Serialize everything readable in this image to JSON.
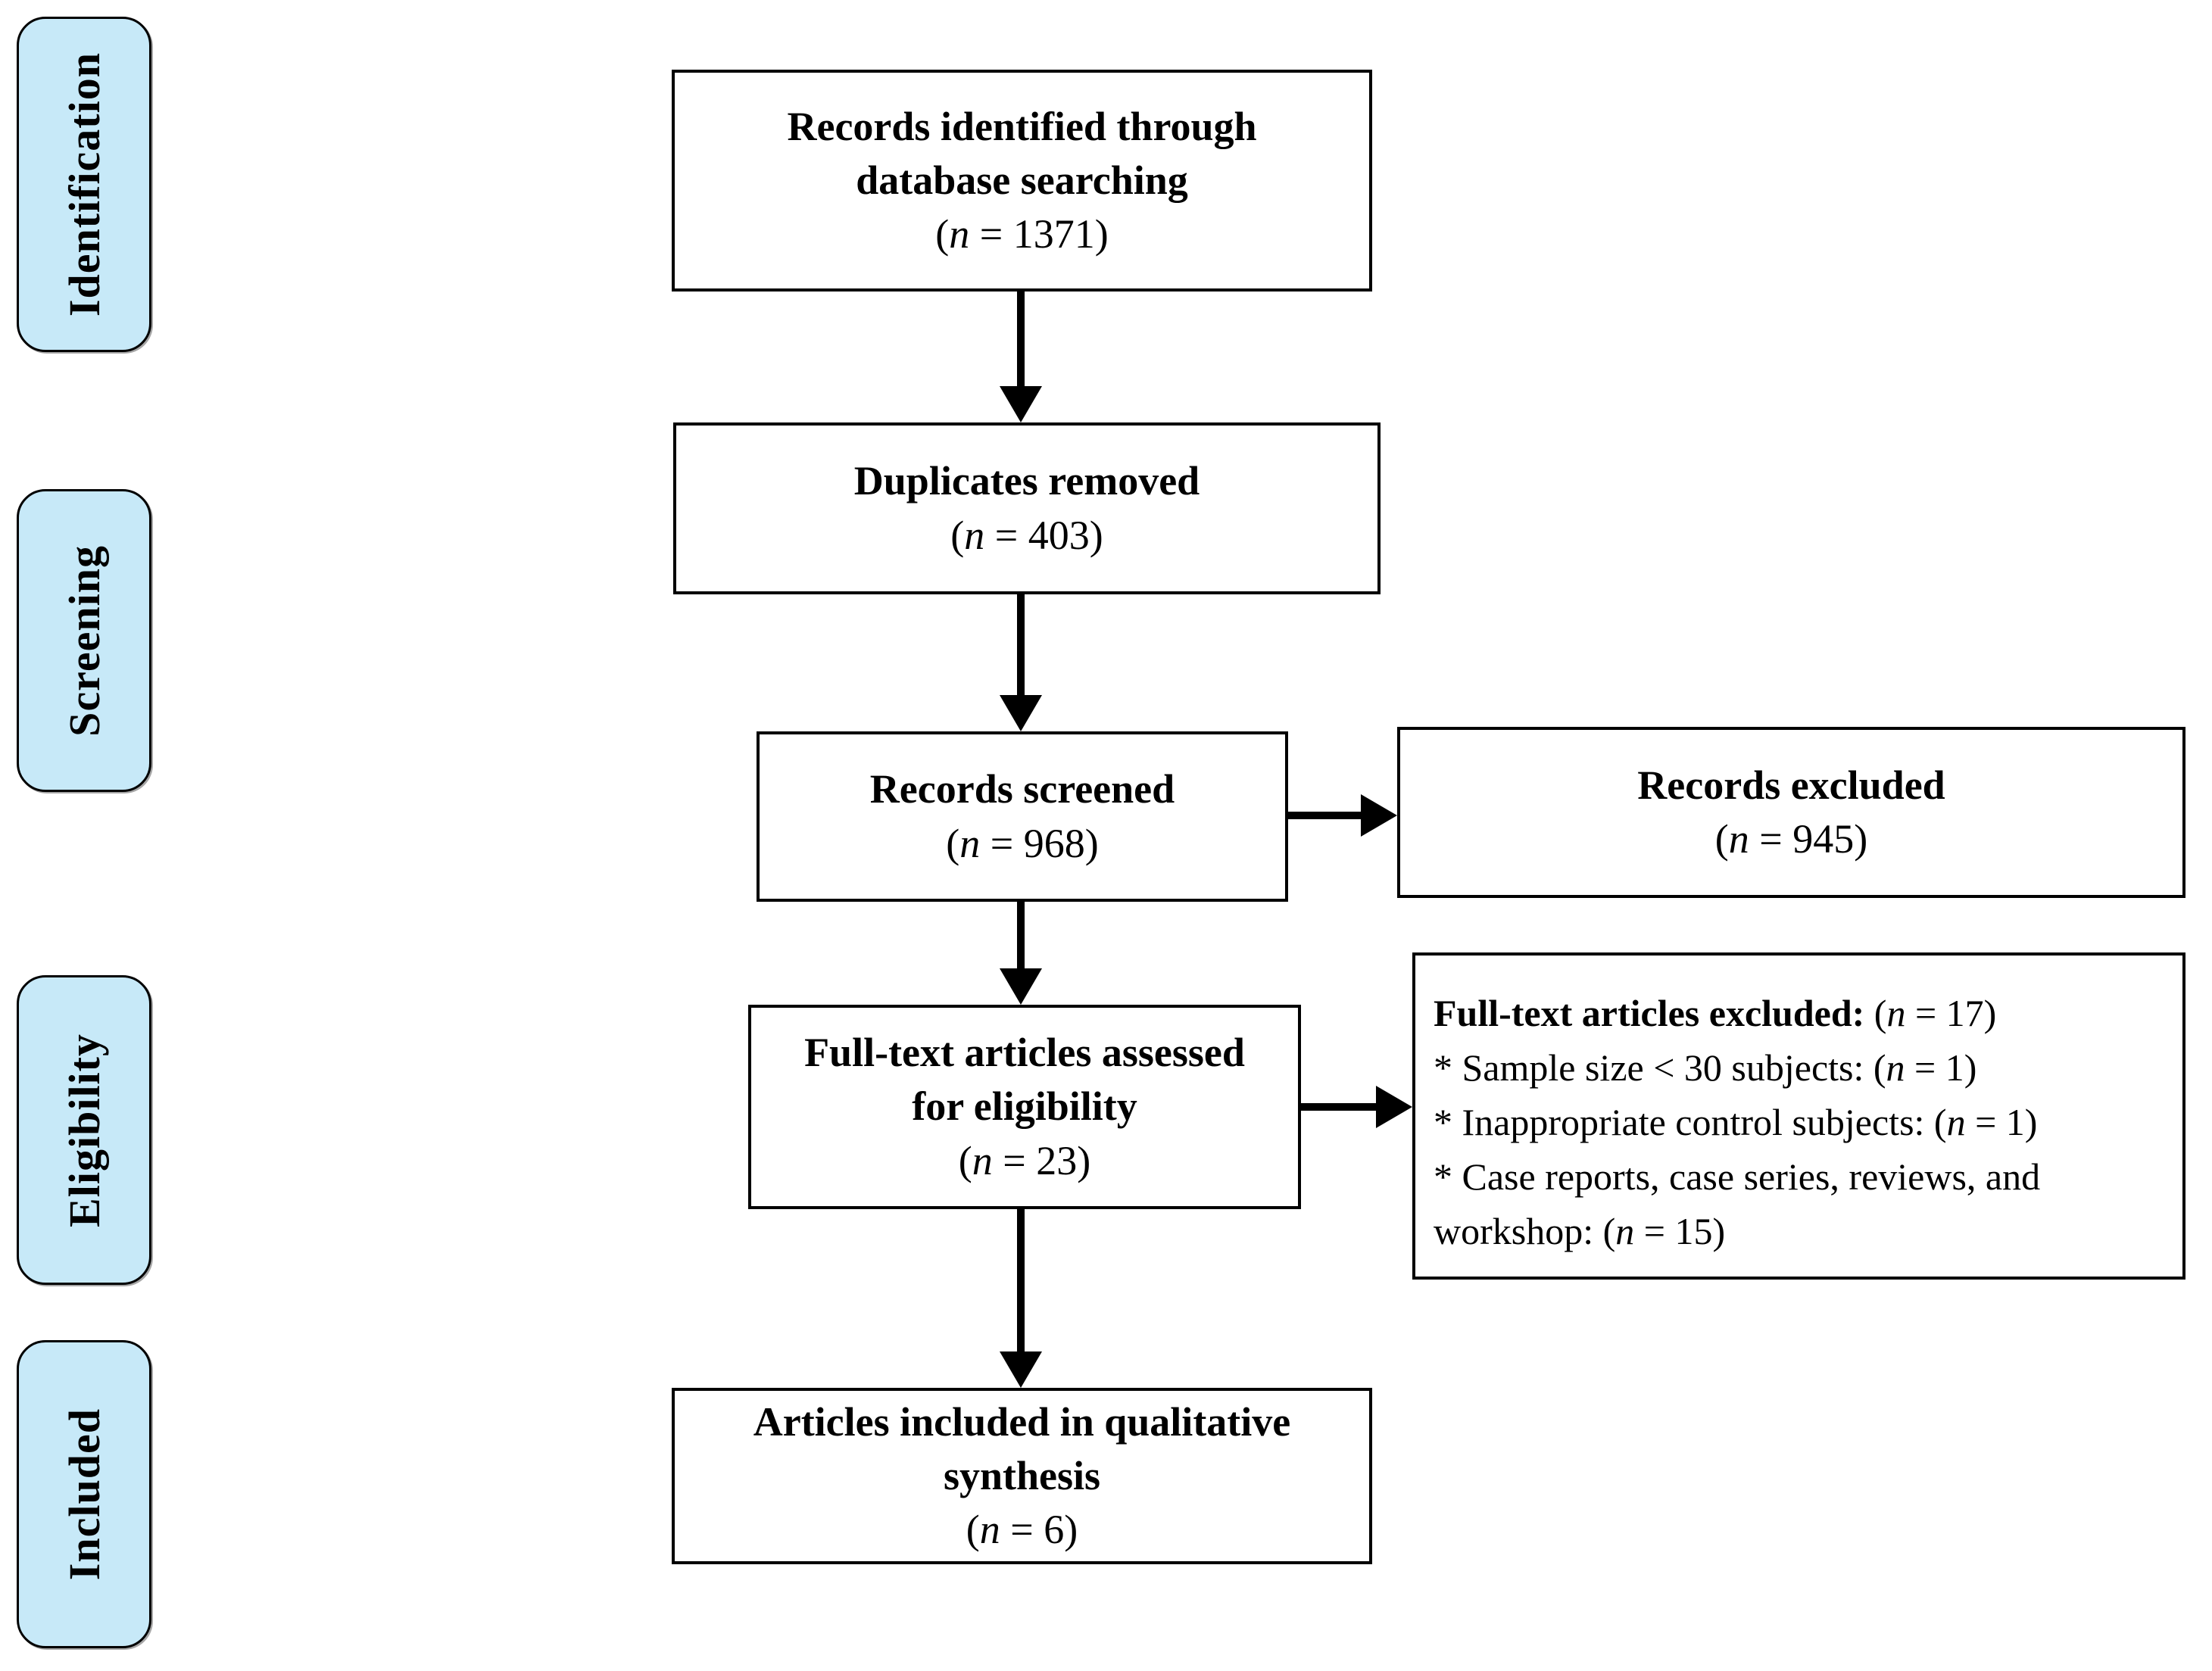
{
  "stages": [
    {
      "label": "Identification"
    },
    {
      "label": "Screening"
    },
    {
      "label": "Eligibility"
    },
    {
      "label": "Included"
    }
  ],
  "stage_style": {
    "fill": "#c7e9f8",
    "border": "#000000"
  },
  "boxes": {
    "identified": {
      "title": "Records identified through\ndatabase searching",
      "count": "(n = 1371)"
    },
    "duplicates": {
      "title": "Duplicates removed",
      "count": "(n = 403)"
    },
    "screened": {
      "title": "Records screened",
      "count": "(n = 968)"
    },
    "fulltext": {
      "title": "Full-text articles assessed\nfor eligibility",
      "count": "(n = 23)"
    },
    "included": {
      "title": "Articles included in qualitative\nsynthesis",
      "count": "(n = 6)"
    },
    "records_excluded": {
      "title": "Records excluded",
      "count": "(n = 945)"
    },
    "fulltext_excluded": {
      "heading": "Full-text articles excluded:",
      "heading_count": "(n = 17)",
      "reasons": [
        "* Sample size < 30 subjects: (n = 1)",
        "* Inappropriate control subjects: (n = 1)",
        "* Case reports, case series, reviews, and workshop: (n = 15)"
      ]
    }
  }
}
